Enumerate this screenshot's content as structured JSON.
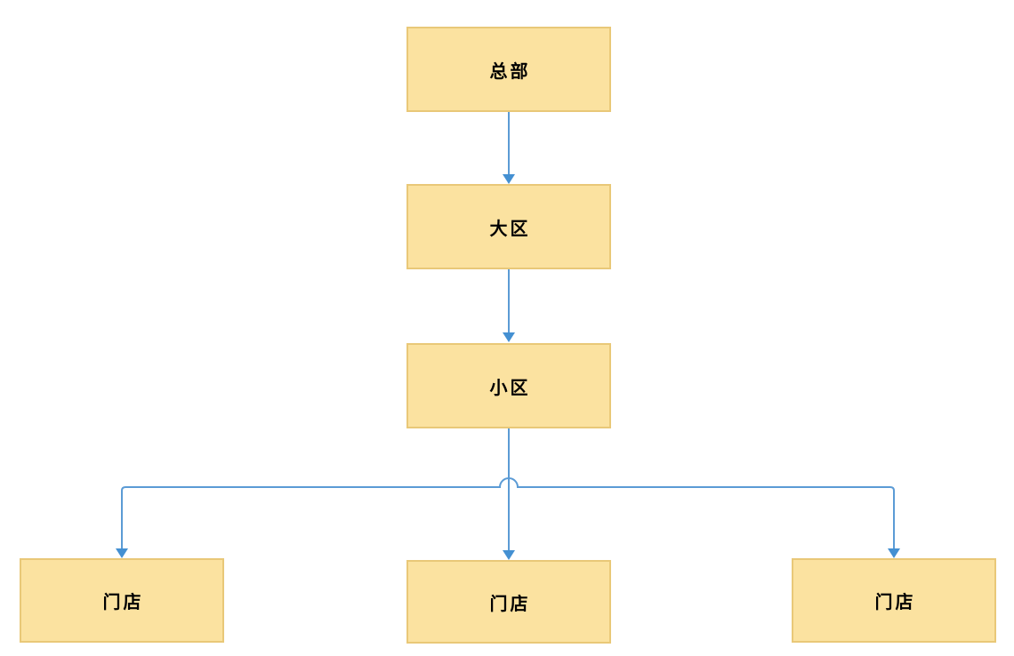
{
  "diagram": {
    "type": "flowchart-hierarchy",
    "nodes": [
      {
        "id": "hq",
        "label": "总部"
      },
      {
        "id": "region",
        "label": "大区"
      },
      {
        "id": "district",
        "label": "小区"
      },
      {
        "id": "store-left",
        "label": "门店"
      },
      {
        "id": "store-middle",
        "label": "门店"
      },
      {
        "id": "store-right",
        "label": "门店"
      }
    ],
    "edges": [
      {
        "from": "hq",
        "to": "region"
      },
      {
        "from": "region",
        "to": "district"
      },
      {
        "from": "district",
        "to": "store-left"
      },
      {
        "from": "district",
        "to": "store-middle"
      },
      {
        "from": "district",
        "to": "store-right"
      }
    ],
    "colors": {
      "background": "#ffffff",
      "node_fill": "#FBE2A0",
      "node_border": "#E9C878",
      "connector": "#5B9BD5",
      "arrowhead": "#4490D2",
      "text": "#000000"
    }
  }
}
